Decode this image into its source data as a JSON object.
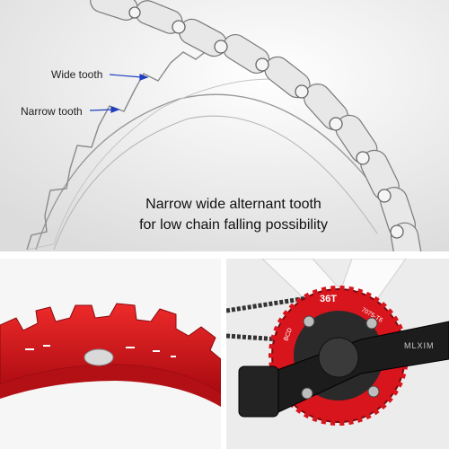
{
  "annotations": {
    "wide_tooth": "Wide tooth",
    "narrow_tooth": "Narrow tooth"
  },
  "caption": {
    "line1": "Narrow wide alternant tooth",
    "line2": "for low chain falling possibility"
  },
  "chainring_markings": {
    "tooth_count": "36T",
    "bcd": "BCD",
    "alloy": "7075-T6",
    "crank_brand": "MLXIM"
  },
  "colors": {
    "chainring_red": "#d8141c",
    "arrow_blue": "#1f3fbf",
    "crank_black": "#1c1c1c"
  }
}
